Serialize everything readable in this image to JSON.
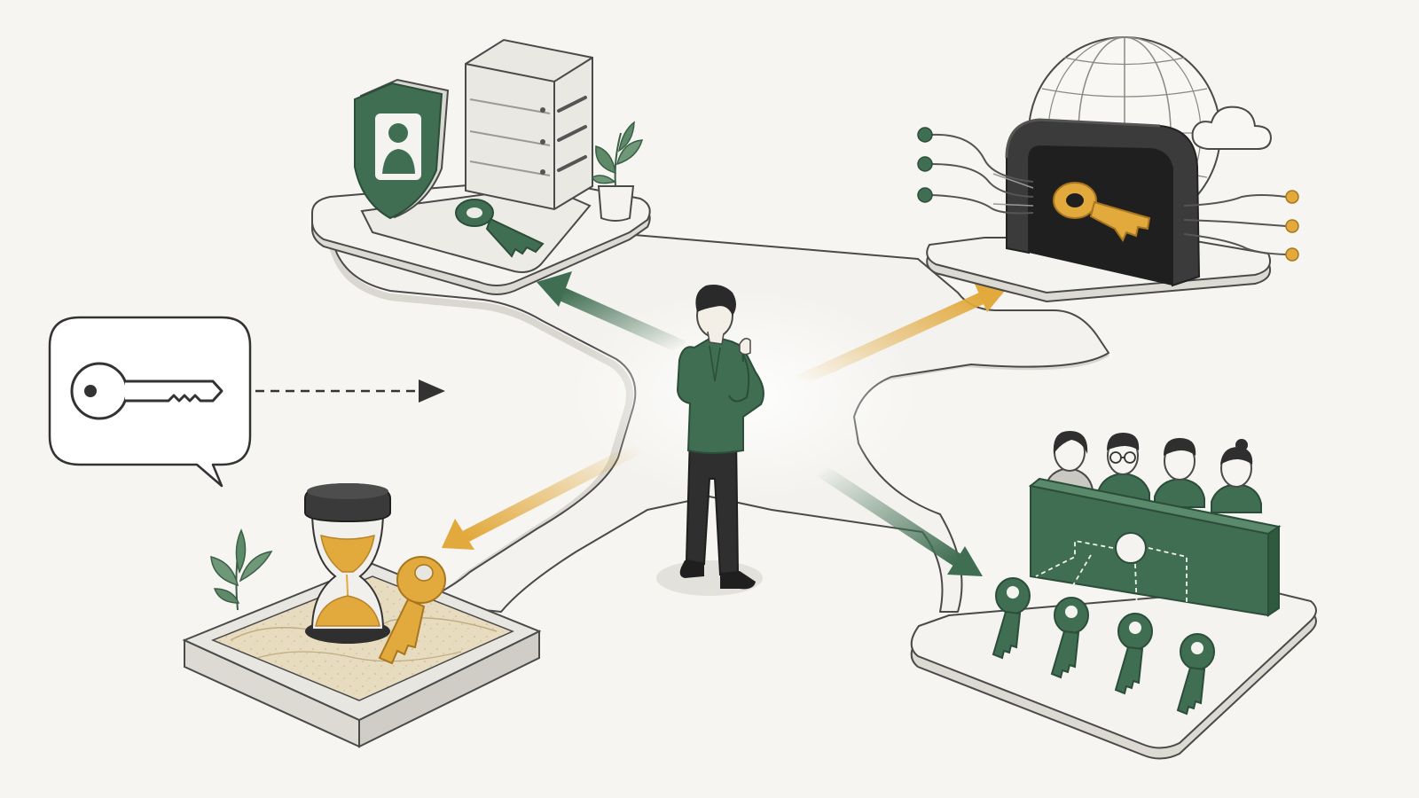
{
  "diagram": {
    "center": "person-thinking",
    "destinations": [
      {
        "id": "identity-secrets",
        "position": "top-left",
        "icons": [
          "shield-user-icon",
          "server-icon",
          "key-icon",
          "plant-icon"
        ],
        "arrow_color": "green"
      },
      {
        "id": "network-gateway",
        "position": "top-right",
        "icons": [
          "globe-icon",
          "cloud-icon",
          "gateway-icon",
          "key-icon"
        ],
        "arrow_color": "gold"
      },
      {
        "id": "temporary-sandbox",
        "position": "bottom-left",
        "icons": [
          "hourglass-icon",
          "key-icon",
          "plant-icon"
        ],
        "arrow_color": "gold"
      },
      {
        "id": "team-shared-keys",
        "position": "bottom-right",
        "icons": [
          "people-icon",
          "hub-icon",
          "key-icon"
        ],
        "arrow_color": "green"
      }
    ],
    "callout": {
      "icon": "key-icon",
      "connector": "dashed-arrow"
    }
  },
  "colors": {
    "background": "#f6f5f1",
    "green": "#3f6e52",
    "green_dark": "#2e5a40",
    "gold": "#e2a93c",
    "gold_dark": "#b9832a",
    "ink": "#333333",
    "platform": "#f3f2ee",
    "platform_side": "#dcdad3"
  }
}
